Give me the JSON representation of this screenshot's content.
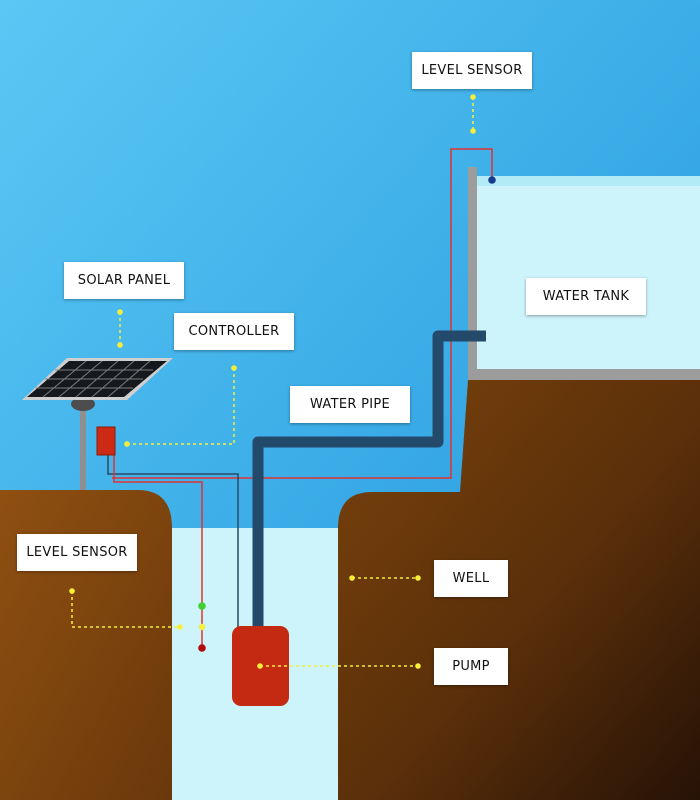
{
  "labels": {
    "level_sensor_top": "LEVEL SENSOR",
    "solar_panel": "SOLAR PANEL",
    "controller": "CONTROLLER",
    "water_tank": "WATER TANK",
    "water_pipe": "WATER PIPE",
    "level_sensor_left": "LEVEL SENSOR",
    "well": "WELL",
    "pump": "PUMP"
  },
  "colors": {
    "sky_top": "#5ac8f5",
    "sky_bottom": "#1f93da",
    "water": "#cdf4fb",
    "soil_light": "#8b4e10",
    "soil_dark": "#2a1407",
    "pipe": "#244a6b",
    "wire": "#e03333",
    "pump": "#c42a12",
    "leader": "#f5ef3a",
    "tank_wall": "#9c9c9c"
  },
  "icons": [
    "solar-panel-icon",
    "controller-box-icon",
    "pump-icon",
    "water-tank-icon",
    "sensor-dot-icon"
  ]
}
